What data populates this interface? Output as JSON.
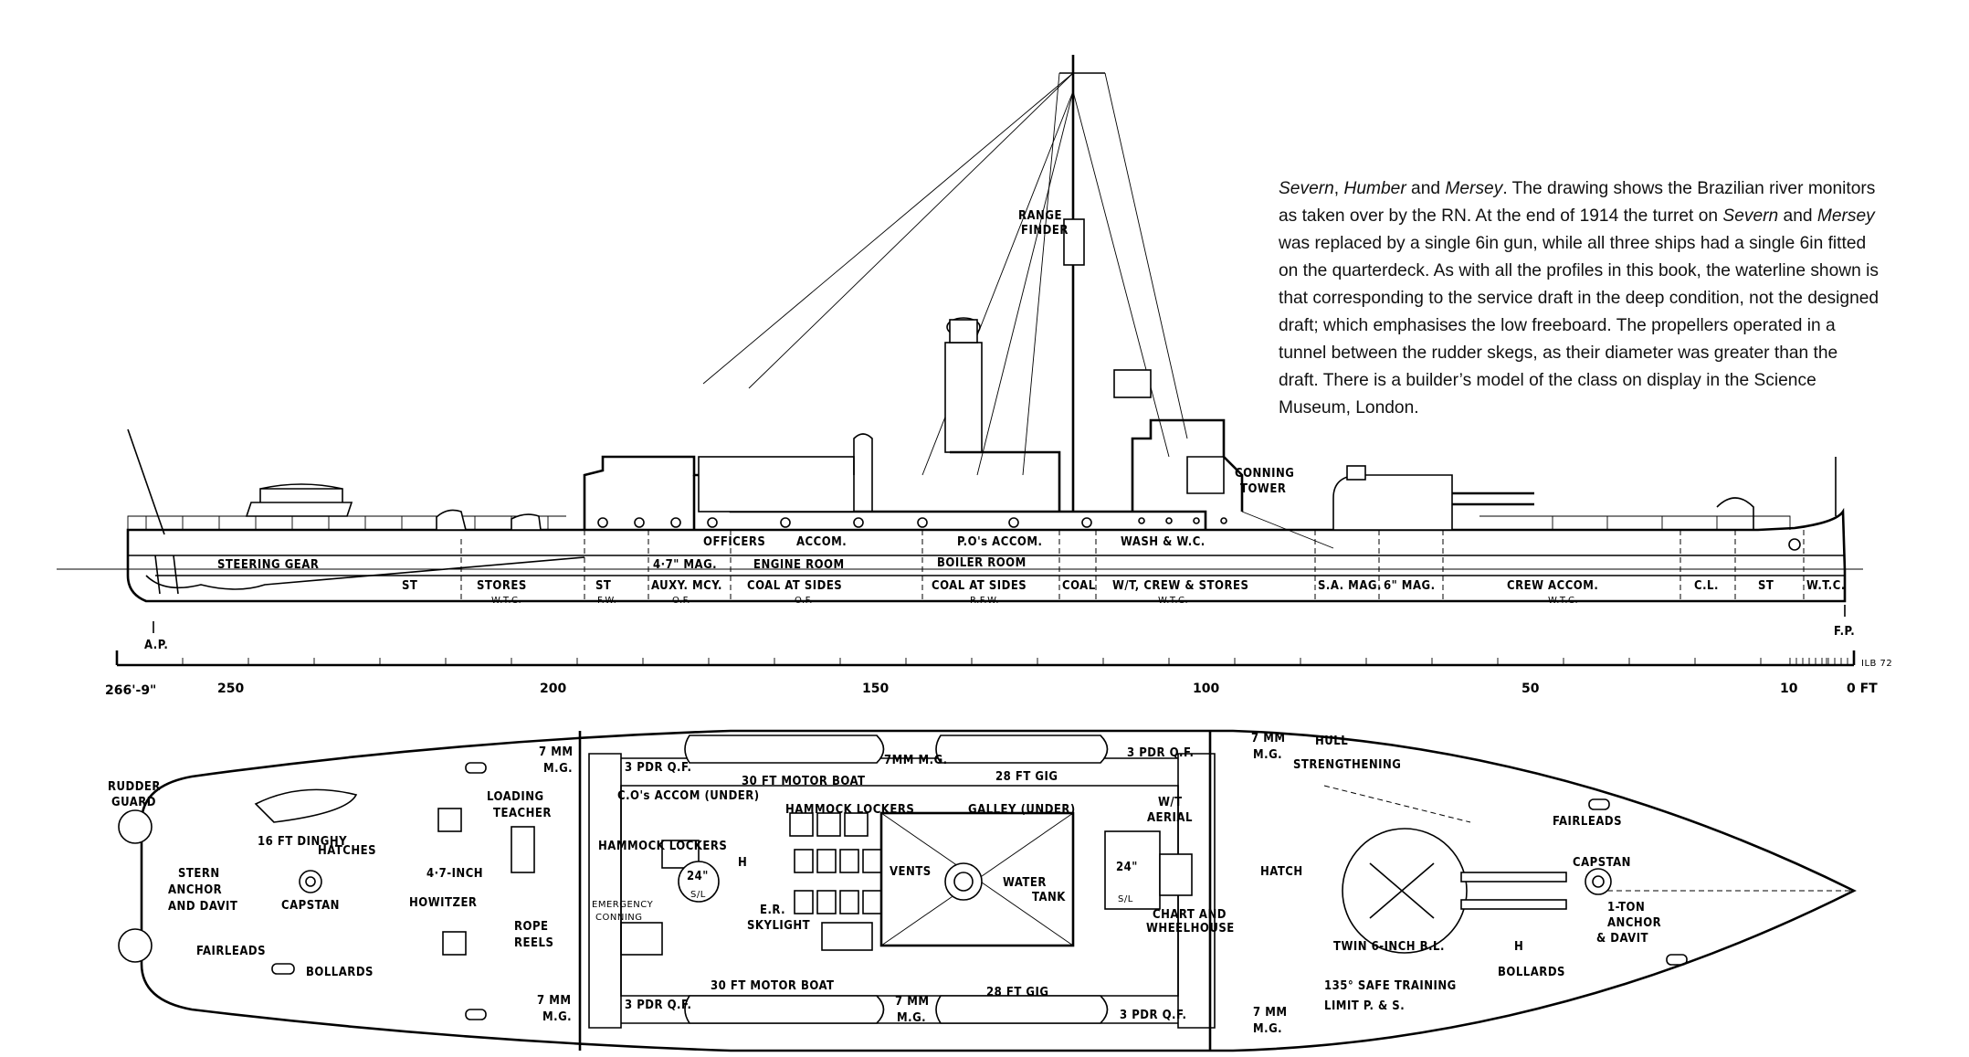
{
  "caption": {
    "ship1": "Severn",
    "sep1": ", ",
    "ship2": "Humber",
    "sep2": " and ",
    "ship3": "Mersey",
    "part1": ". The drawing shows the Brazilian river monitors as taken over by the RN. At the end of 1914 the turret on ",
    "ship4": "Severn",
    "sep3": " and ",
    "ship5": "Mersey",
    "part2": " was replaced by a single 6in gun, while all three ships had a single 6in fitted on the quarterdeck. As with all the profiles in this book, the waterline shown is that corresponding to the service draft in the deep condition, not the designed draft; which emphasises the low freeboard. The propellers operated in a tunnel between the rudder skegs, as their diameter was greater than the draft. There is a builder’s model of the class on display in the Science Museum, London."
  },
  "profile": {
    "range_finder_1": "RANGE",
    "range_finder_2": "FINDER",
    "conning_tower_1": "CONNING",
    "conning_tower_2": "TOWER",
    "officers": "OFFICERS",
    "accom": "ACCOM.",
    "pos_accom": "P.O's ACCOM.",
    "wash_wc": "WASH & W.C.",
    "steering_gear": "STEERING GEAR",
    "mag_47": "4·7\" MAG.",
    "engine_room": "ENGINE ROOM",
    "boiler_room": "BOILER ROOM",
    "hold": [
      {
        "label": "ST",
        "sub": ""
      },
      {
        "label": "STORES",
        "sub": "W.T.C."
      },
      {
        "label": "ST",
        "sub": "F.W."
      },
      {
        "label": "AUXY. MCY.",
        "sub": "O.F."
      },
      {
        "label": "COAL AT SIDES",
        "sub": "O.F."
      },
      {
        "label": "COAL AT SIDES",
        "sub": "R.F.W."
      },
      {
        "label": "COAL",
        "sub": ""
      },
      {
        "label": "W/T, CREW & STORES",
        "sub": "W.T.C."
      },
      {
        "label": "S.A. MAG.",
        "sub": ""
      },
      {
        "label": "6\" MAG.",
        "sub": ""
      },
      {
        "label": "CREW ACCOM.",
        "sub": "W.T.C."
      },
      {
        "label": "C.L.",
        "sub": ""
      },
      {
        "label": "ST",
        "sub": ""
      },
      {
        "label": "W.T.C.",
        "sub": ""
      }
    ],
    "ap": "A.P.",
    "fp": "F.P."
  },
  "scale": {
    "ticks": [
      "266'-9\"",
      "250",
      "200",
      "150",
      "100",
      "50",
      "10",
      "0 FT"
    ],
    "code": "ILB 72"
  },
  "plan": {
    "rudder_guard_1": "RUDDER",
    "rudder_guard_2": "GUARD",
    "dinghy": "16 FT DINGHY",
    "stern_anchor_1": "STERN",
    "stern_anchor_2": "ANCHOR",
    "stern_anchor_3": "AND DAVIT",
    "hatches": "HATCHES",
    "capstan_aft": "CAPSTAN",
    "fairleads_aft": "FAIRLEADS",
    "bollards_aft": "BOLLARDS",
    "loading_teacher_1": "LOADING",
    "loading_teacher_2": "TEACHER",
    "howitzer_1": "4·7-INCH",
    "howitzer_2": "HOWITZER",
    "rope_reels_1": "ROPE",
    "rope_reels_2": "REELS",
    "mg_7mm_a": "7 MM",
    "mg_7mm_b": "M.G.",
    "qf_3pdr": "3 PDR Q.F.",
    "motor_boat": "30 FT MOTOR BOAT",
    "mg_7mm_inline": "7MM M.G.",
    "gig": "28 FT GIG",
    "cos_accom": "C.O's ACCOM (UNDER)",
    "hammock_lockers": "HAMMOCK LOCKERS",
    "galley": "GALLEY (UNDER)",
    "emergency_1": "EMERGENCY",
    "emergency_2": "CONNING",
    "sl": "24\"",
    "sl_sub": "S/L",
    "h": "H",
    "vents": "VENTS",
    "water_1": "WATER",
    "water_2": "TANK",
    "er_1": "E.R.",
    "er_2": "SKYLIGHT",
    "wt_1": "W/T",
    "wt_2": "AERIAL",
    "chart_1": "CHART AND",
    "chart_2": "WHEELHOUSE",
    "hull_1": "HULL",
    "hull_2": "STRENGTHENING",
    "hatch": "HATCH",
    "twin": "TWIN 6-INCH B.L.",
    "safe_1": "135° SAFE TRAINING",
    "safe_2": "LIMIT P. & S.",
    "fairleads_fwd": "FAIRLEADS",
    "capstan_fwd": "CAPSTAN",
    "anchor_fwd_1": "1-TON",
    "anchor_fwd_2": "ANCHOR",
    "anchor_fwd_3": "& DAVIT",
    "bollards_fwd": "BOLLARDS"
  }
}
